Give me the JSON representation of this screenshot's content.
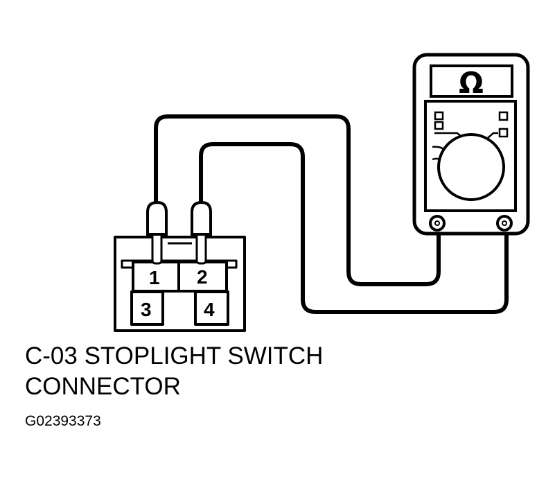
{
  "connector": {
    "pins": [
      "1",
      "2",
      "3",
      "4"
    ]
  },
  "meter": {
    "display_symbol": "Ω"
  },
  "caption": {
    "line1": "C-03 STOPLIGHT SWITCH",
    "line2": "CONNECTOR"
  },
  "figure_id": "G02393373",
  "colors": {
    "line": "#000000",
    "background": "#ffffff"
  }
}
